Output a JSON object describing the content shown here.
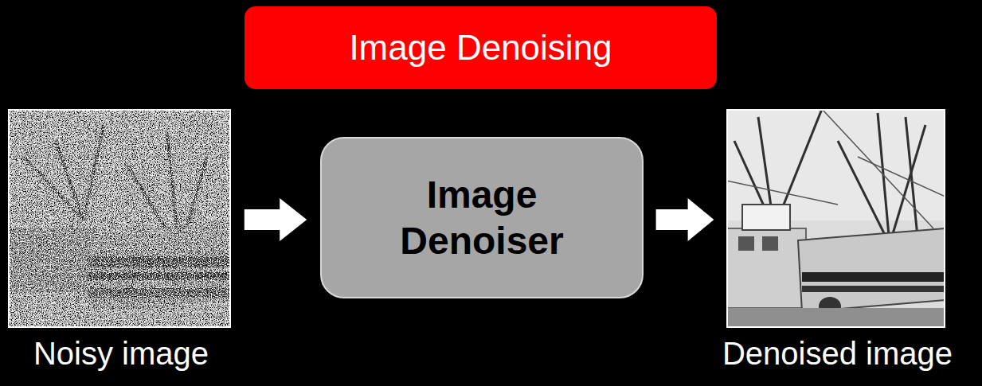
{
  "diagram": {
    "title": "Image Denoising",
    "nodes": [
      {
        "text": [
          "Noisy image"
        ]
      },
      {
        "text": [
          "Image Denoiser"
        ]
      },
      {
        "text": [
          "Denoised image"
        ]
      }
    ],
    "edges": [
      {
        "from": 0,
        "to": 1,
        "arrow": "to"
      },
      {
        "from": 1,
        "to": 2,
        "arrow": "to"
      }
    ]
  }
}
